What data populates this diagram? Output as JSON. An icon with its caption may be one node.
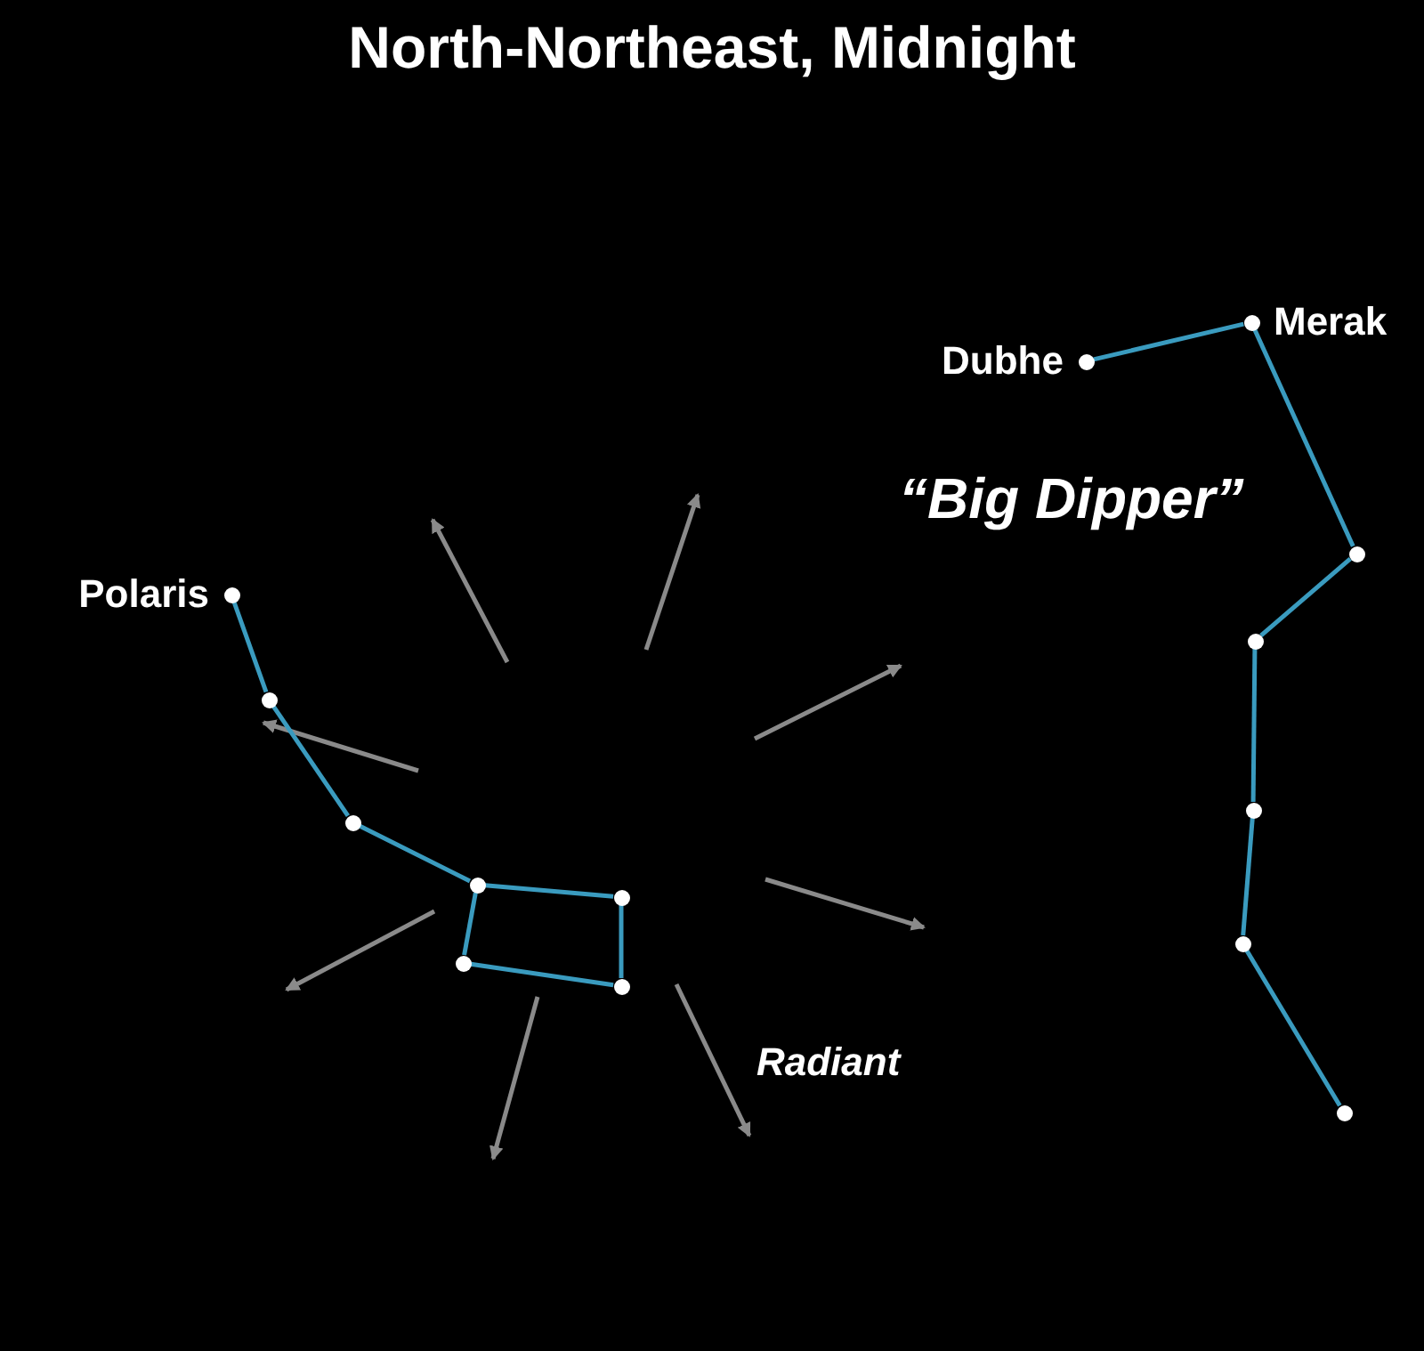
{
  "diagram": {
    "title": "North-Northeast, Midnight",
    "nodes": [
      {
        "text": [
          "Polaris"
        ]
      },
      {
        "text": [],
        "shape": "circle"
      },
      {
        "text": [],
        "shape": "circle"
      },
      {
        "text": [],
        "shape": "circle"
      },
      {
        "text": [],
        "shape": "circle"
      },
      {
        "text": [],
        "shape": "circle"
      },
      {
        "text": [],
        "shape": "circle"
      },
      {
        "text": [
          "Dubhe"
        ]
      },
      {
        "text": [
          "Merak"
        ]
      },
      {
        "text": [],
        "shape": "circle"
      },
      {
        "text": [],
        "shape": "circle"
      },
      {
        "text": [],
        "shape": "circle"
      },
      {
        "text": [],
        "shape": "circle"
      },
      {
        "text": [],
        "shape": "circle"
      }
    ],
    "edges": [
      {
        "from": 0,
        "to": 1,
        "arrow": "none"
      },
      {
        "from": 1,
        "to": 2,
        "arrow": "none"
      },
      {
        "from": 2,
        "to": 3,
        "arrow": "none"
      },
      {
        "from": 3,
        "to": 4,
        "arrow": "none"
      },
      {
        "from": 4,
        "to": 5,
        "arrow": "none"
      },
      {
        "from": 5,
        "to": 6,
        "arrow": "none"
      },
      {
        "from": 6,
        "to": 3,
        "arrow": "none"
      },
      {
        "from": 7,
        "to": 8,
        "arrow": "none"
      },
      {
        "from": 8,
        "to": 9,
        "arrow": "none"
      },
      {
        "from": 9,
        "to": 10,
        "arrow": "none"
      },
      {
        "from": 10,
        "to": 11,
        "arrow": "none"
      },
      {
        "from": 11,
        "to": 12,
        "arrow": "none"
      },
      {
        "from": 12,
        "to": 13,
        "arrow": "none"
      }
    ],
    "labels": [
      "“Big Dipper”",
      "Radiant"
    ]
  }
}
